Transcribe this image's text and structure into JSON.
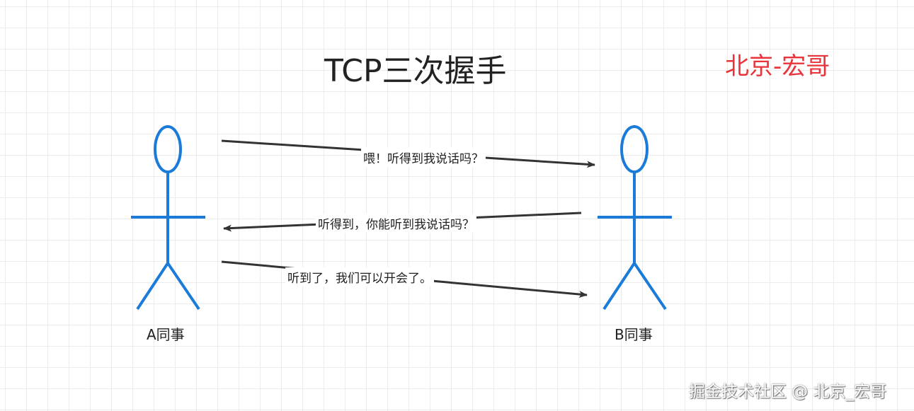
{
  "title": "TCP三次握手",
  "watermark_top": "北京-宏哥",
  "footer": "掘金技术社区 @ 北京_宏哥",
  "actors": {
    "a": "A同事",
    "b": "B同事"
  },
  "messages": [
    {
      "from": "A同事",
      "to": "B同事",
      "text": "喂！听得到我说话吗？"
    },
    {
      "from": "B同事",
      "to": "A同事",
      "text": "听得到，你能听到我说话吗？"
    },
    {
      "from": "A同事",
      "to": "B同事",
      "text": "听到了，我们可以开会了。"
    }
  ],
  "colors": {
    "actor_stroke": "#1a7bd9",
    "arrow": "#333333",
    "watermark": "#e8343a"
  }
}
